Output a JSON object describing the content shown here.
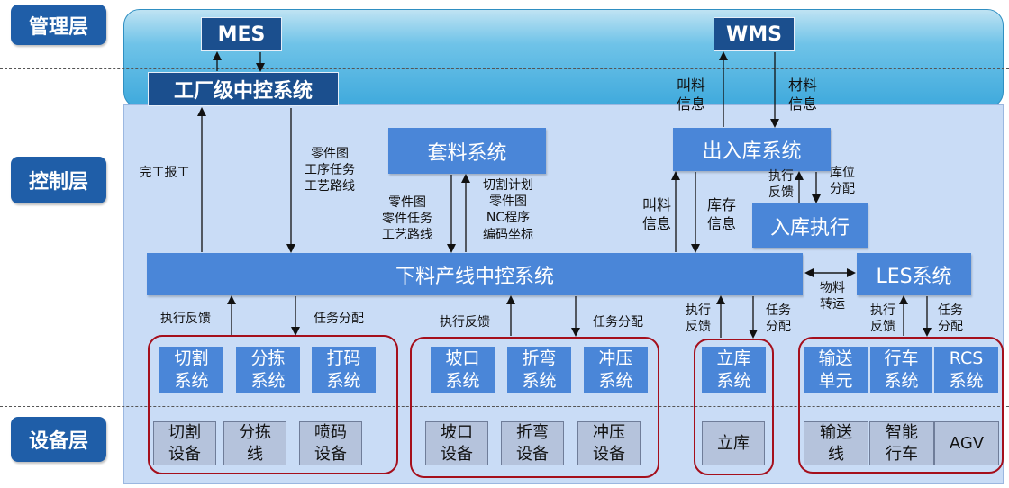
{
  "layers": {
    "management": "管理层",
    "control": "控制层",
    "device": "设备层"
  },
  "systems": {
    "mes": "MES",
    "wms": "WMS",
    "factory": "工厂级中控系统",
    "kitting": "套料系统",
    "warehouse_io": "出入库系统",
    "inbound_exec": "入库执行",
    "line_control": "下料产线中控系统",
    "les": "LES系统"
  },
  "labels": {
    "done_report": "完工报工",
    "parts_task_route": "零件图\n工序任务\n工艺路线",
    "parts_task_route2": "零件图\n零件任务\n工艺路线",
    "cutting_plan": "切割计划\n零件图\nNC程序\n编码坐标",
    "call_material_1": "叫料\n信息",
    "material_info": "材料\n信息",
    "call_material_2": "叫料\n信息",
    "stock_info": "库存\n信息",
    "exec_feedback_1": "执行\n反馈",
    "location_assign": "库位\n分配",
    "material_transport": "物料\n转运",
    "exec_feedback_a": "执行反馈",
    "task_assign_a": "任务分配",
    "exec_feedback_b": "执行反馈",
    "task_assign_b": "任务分配",
    "exec_feedback_c": "执行\n反馈",
    "task_assign_c": "任务\n分配",
    "exec_feedback_d": "执行\n反馈",
    "task_assign_d": "任务\n分配"
  },
  "subsystems": {
    "cutting": "切割\n系统",
    "sorting": "分拣\n系统",
    "marking": "打码\n系统",
    "bevel": "坡口\n系统",
    "bending": "折弯\n系统",
    "stamping": "冲压\n系统",
    "stacker": "立库\n系统",
    "conveyor": "输送\n单元",
    "crane": "行车\n系统",
    "rcs": "RCS\n系统"
  },
  "devices": {
    "cutting": "切割\n设备",
    "sorting": "分拣\n线",
    "spray": "喷码\n设备",
    "bevel": "坡口\n设备",
    "bending": "折弯\n设备",
    "stamping": "冲压\n设备",
    "stacker": "立库",
    "conveyor": "输送\n线",
    "crane": "智能\n行车",
    "agv": "AGV"
  }
}
